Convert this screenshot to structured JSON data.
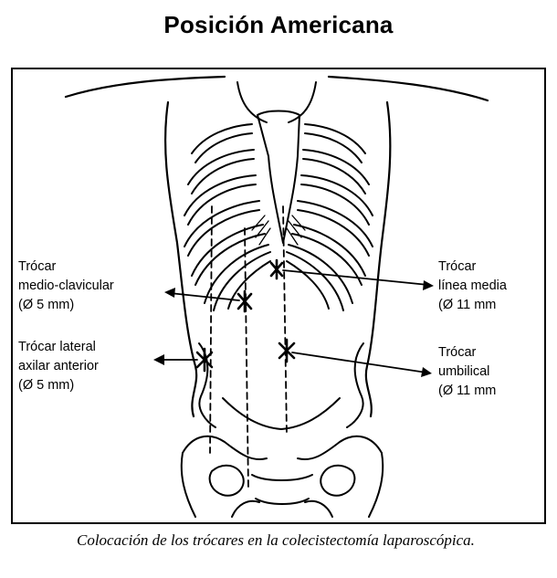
{
  "title": "Posición Americana",
  "labels": {
    "medio_clavicular": {
      "line1": "Trócar",
      "line2": "medio-clavicular",
      "line3": "(Ø 5 mm)"
    },
    "lateral_axilar": {
      "line1": "Trócar lateral",
      "line2": "axilar anterior",
      "line3": "(Ø 5 mm)"
    },
    "linea_media": {
      "line1": "Trócar",
      "line2": "línea media",
      "line3": "(Ø 11 mm"
    },
    "umbilical": {
      "line1": "Trócar",
      "line2": "umbilical",
      "line3": "(Ø 11 mm"
    }
  },
  "caption": "Colocación de los trócares en la colecistectomía laparoscópica.",
  "colors": {
    "ink": "#000000",
    "background": "#ffffff"
  }
}
